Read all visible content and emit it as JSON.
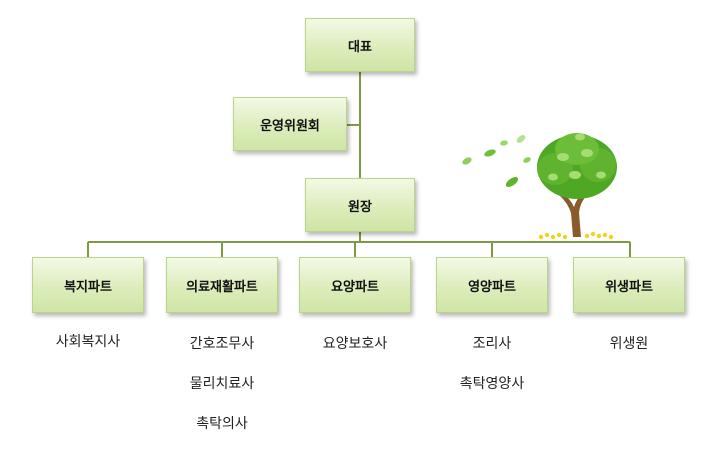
{
  "top": {
    "label": "대표"
  },
  "committee": {
    "label": "운영위원회"
  },
  "director": {
    "label": "원장"
  },
  "parts": [
    {
      "label": "복지파트",
      "staff": [
        "사회복지사"
      ]
    },
    {
      "label": "의료재활파트",
      "staff": [
        "간호조무사",
        "물리치료사",
        "촉탁의사"
      ]
    },
    {
      "label": "요양파트",
      "staff": [
        "요양보호사"
      ]
    },
    {
      "label": "영양파트",
      "staff": [
        "조리사",
        "촉탁영양사"
      ]
    },
    {
      "label": "위생파트",
      "staff": [
        "위생원"
      ]
    }
  ],
  "colors": {
    "line": "#7f9a45",
    "box_border": "#b9d58a",
    "leaf": "#5fb32e",
    "trunk": "#8a5a2b"
  },
  "decoration": {
    "icon": "tree-icon"
  }
}
